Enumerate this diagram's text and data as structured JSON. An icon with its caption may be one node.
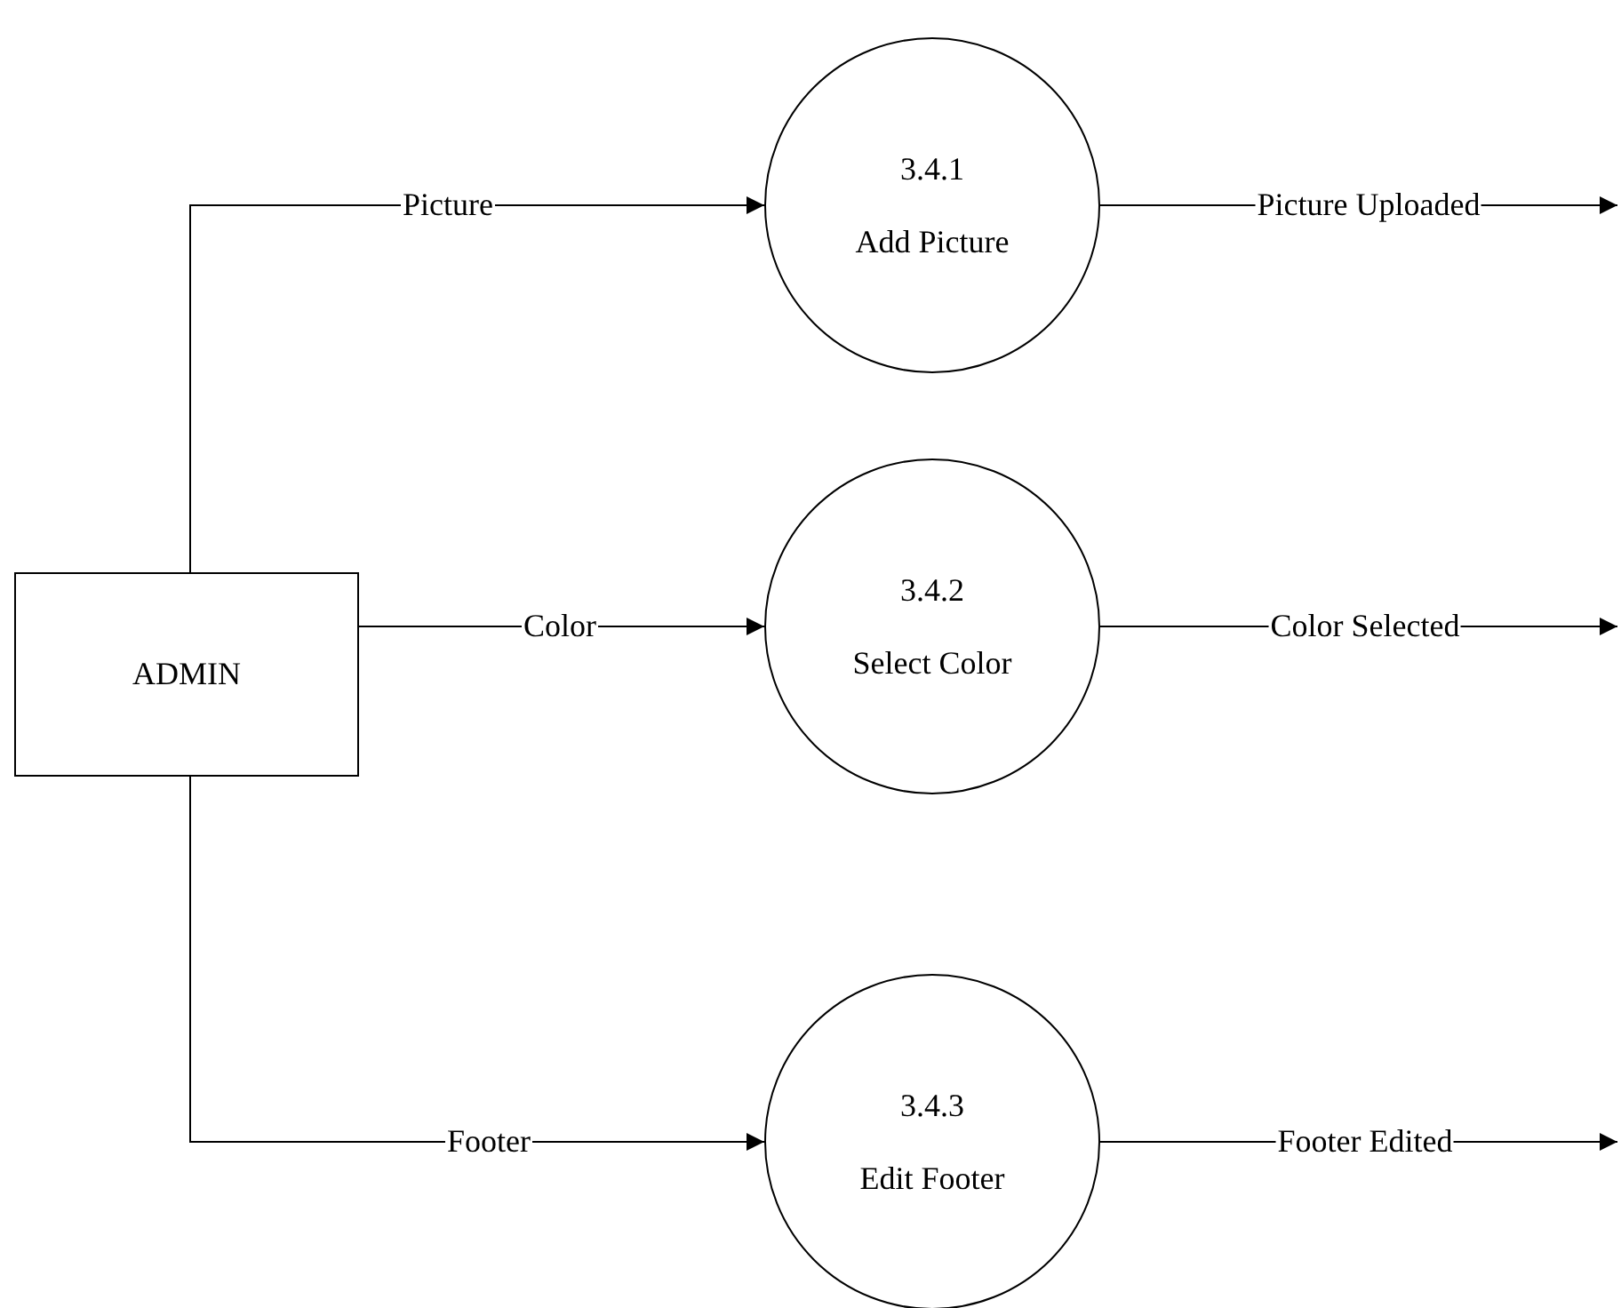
{
  "diagram": {
    "nodes": [
      {
        "text": [
          "ADMIN"
        ]
      },
      {
        "text": [
          "3.4.1",
          "Add Picture"
        ]
      },
      {
        "text": [
          "3.4.2",
          "Select Color"
        ]
      },
      {
        "text": [
          "3.4.3",
          "Edit Footer"
        ]
      }
    ],
    "edges": [
      {
        "from": 0,
        "to": 1,
        "label": "Picture",
        "arrow": "to"
      },
      {
        "from": 0,
        "to": 2,
        "label": "Color",
        "arrow": "to"
      },
      {
        "from": 0,
        "to": 3,
        "label": "Footer",
        "arrow": "to"
      },
      {
        "from": 1,
        "to": null,
        "label": "Picture Uploaded",
        "arrow": "to"
      },
      {
        "from": 2,
        "to": null,
        "label": "Color Selected",
        "arrow": "to"
      },
      {
        "from": 3,
        "to": null,
        "label": "Footer Edited",
        "arrow": "to"
      }
    ]
  }
}
